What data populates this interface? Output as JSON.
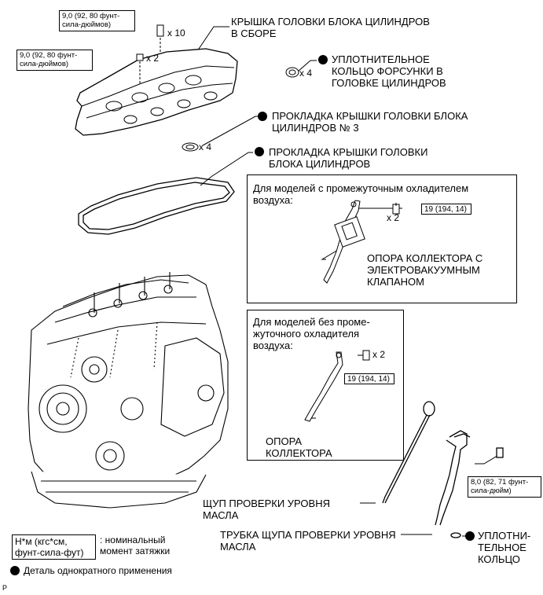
{
  "torque_boxes": {
    "cover_bolts": "9,0 (92, 80 фунт-\nсила-дюймов)",
    "cover_nuts": "9,0 (92, 80 фунт-\nсила-дюймов)",
    "bracket_intercooler": "19 (194, 14)",
    "bracket_no_intercooler": "19 (194, 14)",
    "dipstick_guide": "8,0 (82, 71 фунт-\nсила-дюйм)"
  },
  "multipliers": {
    "cover_bolts": "x 10",
    "cover_nuts": "x 2",
    "injector_seals": "x 4",
    "gasket_no3": "x 4",
    "bracket_intercooler": "x 2",
    "bracket_no_intercooler": "x 2"
  },
  "labels": {
    "cover_assembly": "КРЫШКА ГОЛОВКИ БЛОКА ЦИЛИНДРОВ\nВ СБОРЕ",
    "injector_seal": "УПЛОТНИТЕЛЬНОЕ\nКОЛЬЦО ФОРСУНКИ В\nГОЛОВКЕ ЦИЛИНДРОВ",
    "gasket_no3": "ПРОКЛАДКА КРЫШКИ ГОЛОВКИ БЛОКА\nЦИЛИНДРОВ № 3",
    "gasket": "ПРОКЛАДКА КРЫШКИ ГОЛОВКИ\nБЛОКА ЦИЛИНДРОВ",
    "bracket_vsv": "ОПОРА КОЛЛЕКТОРА С\nЭЛЕКТРОВАКУУМНЫМ\nКЛАПАНОМ",
    "bracket_manifold": "ОПОРА\nКОЛЛЕКТОРА",
    "dipstick": "ЩУП ПРОВЕРКИ УРОВНЯ\nМАСЛА",
    "dipstick_guide": "ТРУБКА ЩУПА ПРОВЕРКИ УРОВНЯ\nМАСЛА",
    "o_ring": "УПЛОТНИ-\nТЕЛЬНОЕ\nКОЛЬЦО"
  },
  "frames": {
    "with_intercooler": "Для моделей с промежуточным охладителем\nвоздуха:",
    "without_intercooler": "Для моделей без проме-\nжуточного охладителя\nвоздуха:"
  },
  "legend": {
    "torque_units": "Н*м (кгс*см,\nфунт-сила-фут)",
    "torque_meaning": ": номинальный\nмомент затяжки",
    "non_reusable": "Деталь однократного применения"
  },
  "corner_mark": "P",
  "colors": {
    "ink": "#000000",
    "paper": "#ffffff",
    "shade": "#d9d9d9"
  }
}
